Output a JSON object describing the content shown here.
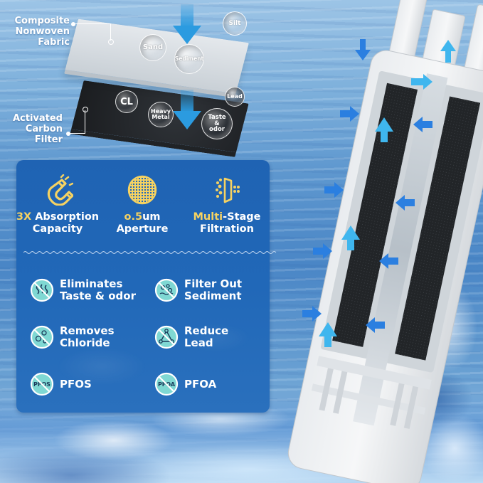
{
  "colors": {
    "panel_blue": "#2168b8",
    "accent_gold": "#f5d262",
    "icon_teal": "#7fd8d3",
    "arrow_blue": "#2b7fe0",
    "arrow_cyan": "#3fb6ee"
  },
  "layers": {
    "fabric_label": [
      "Composite",
      "Nonwoven",
      "Fabric"
    ],
    "carbon_label": [
      "Activated",
      "Carbon",
      "Filter"
    ],
    "fabric_contaminants": [
      "Sand",
      "Sediment",
      "Silt"
    ],
    "carbon_contaminants": [
      "CL",
      "Heavy Metal",
      "Lead",
      "Taste & odor"
    ]
  },
  "bubbles": {
    "sand": "Sand",
    "sediment": "Sediment",
    "silt": "Silt",
    "cl": "CL",
    "heavy1": "Heavy",
    "heavy2": "Metal",
    "lead": "Lead",
    "taste1": "Taste",
    "taste2": "&",
    "taste3": "odor"
  },
  "top_features": [
    {
      "icon": "magnet-icon",
      "accent": "3X",
      "rest": " Absorption",
      "line2": "Capacity"
    },
    {
      "icon": "mesh-circle-icon",
      "accent": "o.5",
      "rest": "um",
      "line2": "Aperture"
    },
    {
      "icon": "multi-stage-filter-icon",
      "accent": "Multi",
      "rest": "-Stage",
      "line2": "Filtration"
    }
  ],
  "features": [
    {
      "icon": "no-odor-icon",
      "line1": "Eliminates",
      "line2": "Taste & odor"
    },
    {
      "icon": "no-sediment-icon",
      "line1": "Filter Out",
      "line2": "Sediment"
    },
    {
      "icon": "no-chloride-icon",
      "line1": "Removes",
      "line2": "Chloride"
    },
    {
      "icon": "no-lead-icon",
      "line1": "Reduce",
      "line2": "Lead"
    },
    {
      "icon": "no-pfos-icon",
      "line1": "PFOS",
      "line2": "",
      "badge": "PFOS"
    },
    {
      "icon": "no-pfoa-icon",
      "line1": "PFOA",
      "line2": "",
      "badge": "PFOA"
    }
  ]
}
